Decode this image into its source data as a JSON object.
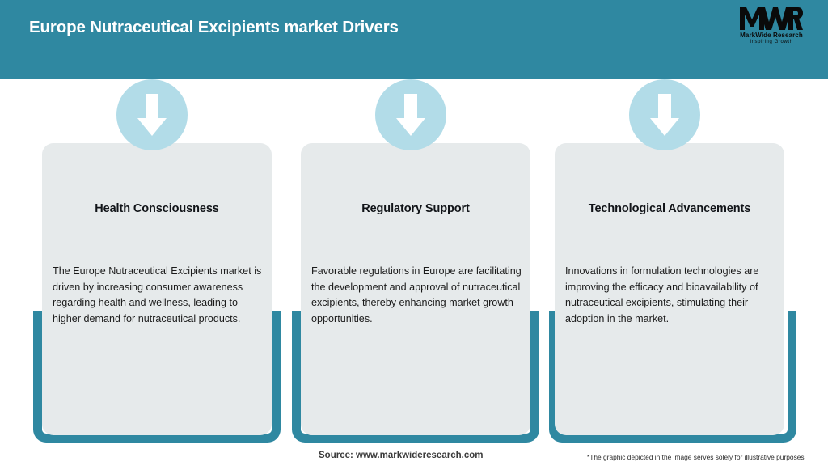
{
  "header": {
    "title": "Europe Nutraceutical Excipients market Drivers",
    "bar_color": "#2F88A1",
    "title_color": "#FFFFFF"
  },
  "logo": {
    "mark_text": "MWR",
    "name": "MarkWide Research",
    "tagline": "Inspiring Growth"
  },
  "cards": [
    {
      "icon": "down-arrow-icon",
      "heading": "Health Consciousness",
      "body": "The Europe Nutraceutical Excipients market is driven by increasing consumer awareness regarding health and wellness, leading to higher demand for nutraceutical products."
    },
    {
      "icon": "down-arrow-icon",
      "heading": "Regulatory Support",
      "body": "Favorable regulations in Europe are facilitating the development and approval of nutraceutical excipients, thereby enhancing market growth opportunities."
    },
    {
      "icon": "down-arrow-icon",
      "heading": "Technological Advancements",
      "body": "Innovations in formulation technologies are improving the efficacy and bioavailability of nutraceutical excipients, stimulating their adoption in the market."
    }
  ],
  "footer": {
    "source": "Source: www.markwideresearch.com",
    "disclaimer": "*The graphic depicted in the image serves solely for illustrative purposes"
  },
  "colors": {
    "teal": "#2F88A1",
    "card_bg": "#E6EAEB",
    "icon_circle": "#B2DCE8",
    "page_bg": "#FFFFFF"
  }
}
